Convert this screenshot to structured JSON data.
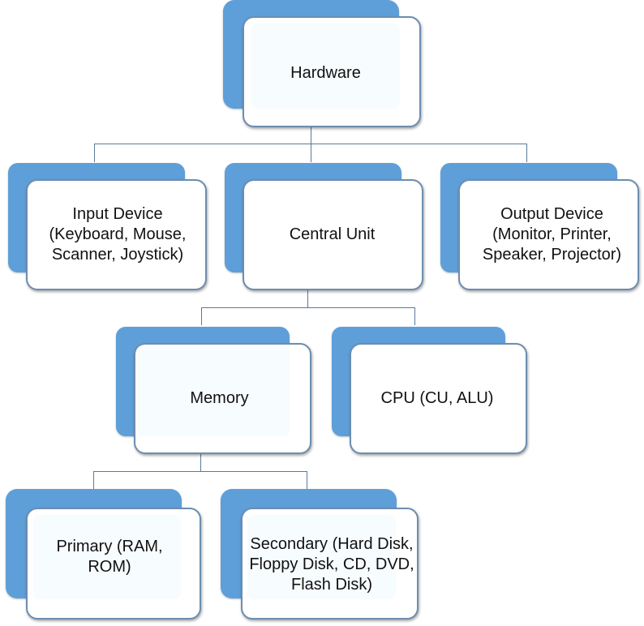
{
  "diagram": {
    "title": "Computer Hardware Hierarchy",
    "colors": {
      "accent": "#5e9fd9",
      "connector": "#5b7a9a",
      "border": "#6d8db0"
    },
    "nodes": {
      "hardware": {
        "label": "Hardware"
      },
      "input_device": {
        "label": "Input Device (Keyboard, Mouse, Scanner, Joystick)"
      },
      "central_unit": {
        "label": "Central Unit"
      },
      "output_device": {
        "label": "Output Device (Monitor, Printer, Speaker, Projector)"
      },
      "memory": {
        "label": "Memory"
      },
      "cpu": {
        "label": "CPU (CU, ALU)"
      },
      "primary": {
        "label": "Primary (RAM, ROM)"
      },
      "secondary": {
        "label": "Secondary (Hard Disk, Floppy Disk, CD, DVD, Flash Disk)"
      }
    },
    "edges": [
      {
        "from": "Hardware",
        "to": "Input Device"
      },
      {
        "from": "Hardware",
        "to": "Central Unit"
      },
      {
        "from": "Hardware",
        "to": "Output Device"
      },
      {
        "from": "Central Unit",
        "to": "Memory"
      },
      {
        "from": "Central Unit",
        "to": "CPU"
      },
      {
        "from": "Memory",
        "to": "Primary"
      },
      {
        "from": "Memory",
        "to": "Secondary"
      }
    ]
  }
}
